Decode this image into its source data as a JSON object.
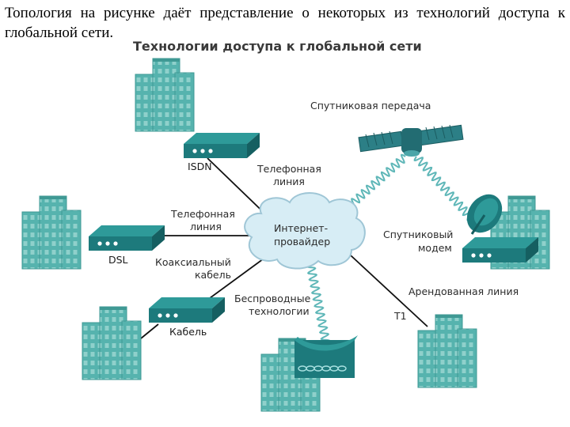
{
  "intro_text": "Топология на рисунке даёт представление о некоторых из технологий доступа к глобальной сети.",
  "diagram": {
    "title": "Технологии доступа к глобальной сети",
    "isp_line1": "Интернет-",
    "isp_line2": "провайдер",
    "satellite": "Спутниковая передача",
    "sat_modem_line1": "Спутниковый",
    "sat_modem_line2": "модем",
    "isdn": "ISDN",
    "isdn_link_line1": "Телефонная",
    "isdn_link_line2": "линия",
    "dsl": "DSL",
    "dsl_link_line1": "Телефонная",
    "dsl_link_line2": "линия",
    "coax_line1": "Коаксиальный",
    "coax_line2": "кабель",
    "cable": "Кабель",
    "wireless_line1": "Беспроводные",
    "wireless_line2": "технологии",
    "leased": "Арендованная линия",
    "t1": "T1"
  },
  "colors": {
    "building": "#56b3ae",
    "device": "#1d7a7c",
    "cloud": "#d7edf5",
    "wave": "#5fb7b8"
  }
}
